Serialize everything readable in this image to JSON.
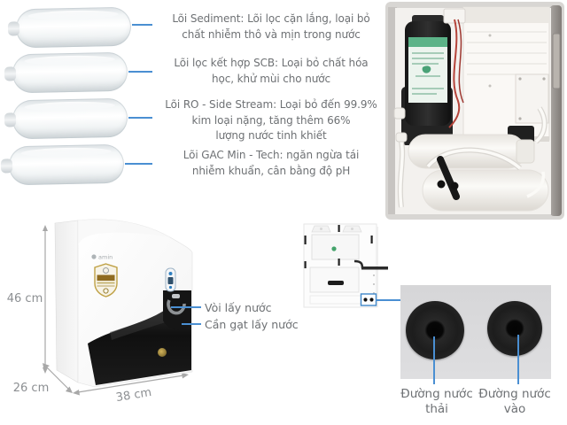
{
  "meta": {
    "description_visible": "Water purifier infographic with filter cartridges, internal view, product dimensions and water ports"
  },
  "colors": {
    "accent_blue": "#4a8fd2",
    "body_text": "#6e7174",
    "dimension_text": "#8c8f92",
    "pump_label_green": "#5cb388",
    "badge_gold": "#b99a3f",
    "panel_black": "#141414"
  },
  "filter_section": {
    "items": [
      {
        "id": "sediment",
        "lines": [
          "Lõi Sediment: Lõi lọc cặn lắng, loại bỏ",
          "chất nhiễm thô và mịn trong nước"
        ]
      },
      {
        "id": "scb",
        "lines": [
          "Lõi lọc kết hợp SCB: Loại bỏ chất hóa",
          "học, khử mùi cho nước"
        ]
      },
      {
        "id": "ro-side-stream",
        "lines": [
          "Lõi RO - Side Stream: Loại bỏ đến 99.9%",
          "kim loại nặng, tăng thêm 66%",
          "lượng nước tinh khiết"
        ]
      },
      {
        "id": "gac-min-tech",
        "lines": [
          "Lõi GAC Min - Tech: ngăn ngừa tái",
          "nhiễm khuẩn, cân bằng độ pH"
        ]
      }
    ]
  },
  "product": {
    "brand_logo_text": "amin",
    "dimensions": {
      "height": "46 cm",
      "depth": "26 cm",
      "width": "38 cm"
    },
    "callouts": {
      "spout": "Vòi lấy nước",
      "lever": "Cần gạt lấy nước"
    }
  },
  "ports": {
    "labels": [
      {
        "lines": [
          "Đường nước",
          "thải"
        ]
      },
      {
        "lines": [
          "Đường nước",
          "vào"
        ]
      }
    ]
  }
}
